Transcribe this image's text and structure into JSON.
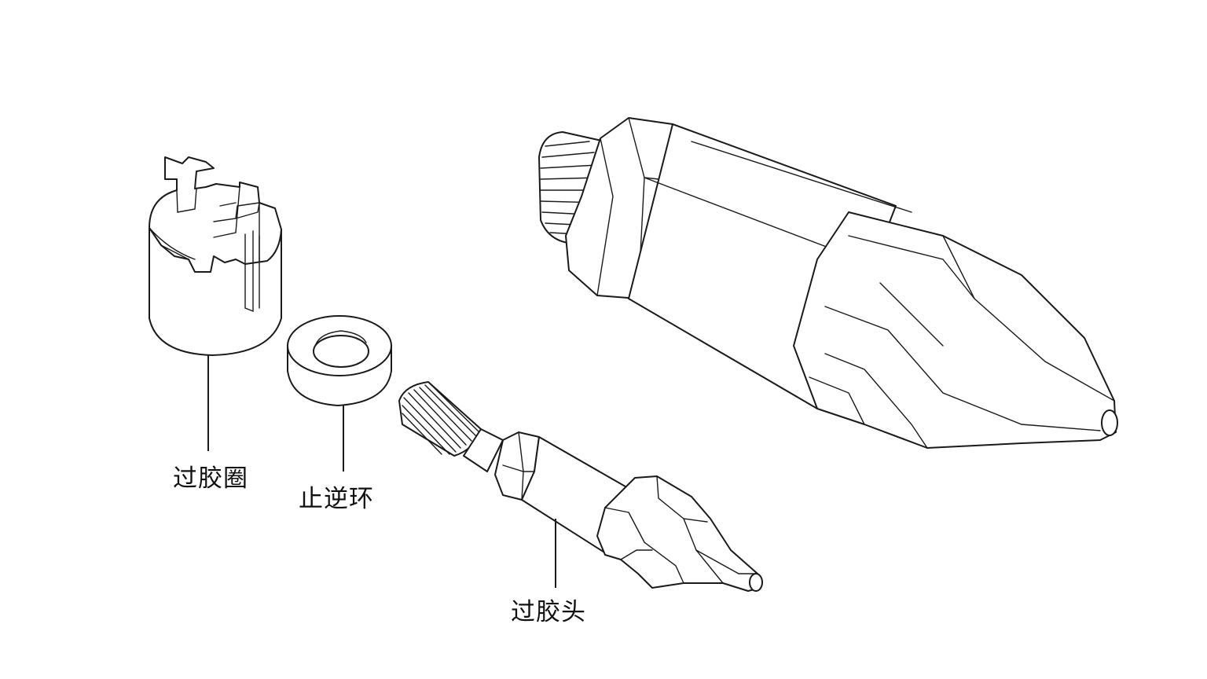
{
  "labels": {
    "ring": "过胶圈",
    "check_ring": "止逆环",
    "tip": "过胶头"
  }
}
